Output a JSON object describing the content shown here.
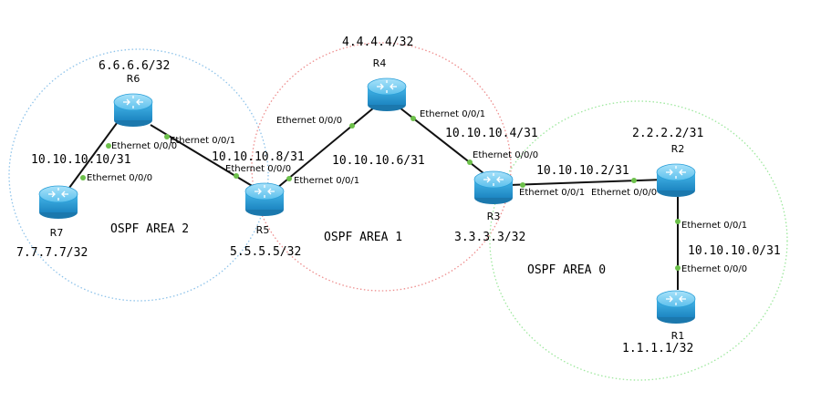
{
  "areas": [
    {
      "id": "area2",
      "label": "OSPF AREA 2",
      "color": "#8ec3ea"
    },
    {
      "id": "area1",
      "label": "OSPF AREA 1",
      "color": "#ee8f8f"
    },
    {
      "id": "area0",
      "label": "OSPF AREA 0",
      "color": "#9ee89e"
    }
  ],
  "routers": [
    {
      "id": "r6",
      "name": "R6",
      "loopback": "6.6.6.6/32"
    },
    {
      "id": "r7",
      "name": "R7",
      "loopback": "7.7.7.7/32"
    },
    {
      "id": "r5",
      "name": "R5",
      "loopback": "5.5.5.5/32"
    },
    {
      "id": "r4",
      "name": "R4",
      "loopback": "4.4.4.4/32"
    },
    {
      "id": "r3",
      "name": "R3",
      "loopback": "3.3.3.3/32"
    },
    {
      "id": "r2",
      "name": "R2",
      "loopback": "2.2.2.2/31"
    },
    {
      "id": "r1",
      "name": "R1",
      "loopback": "1.1.1.1/32"
    }
  ],
  "links": [
    {
      "id": "r6-r7",
      "subnet": "10.10.10.10/31",
      "port_a": "Ethernet 0/0/0",
      "port_b": "Ethernet 0/0/0"
    },
    {
      "id": "r6-r5",
      "subnet": "10.10.10.8/31",
      "port_a": "Ethernet 0/0/1",
      "port_b": "Ethernet 0/0/0"
    },
    {
      "id": "r5-r4",
      "subnet": "10.10.10.6/31",
      "port_a": "Ethernet 0/0/1",
      "port_b": "Ethernet 0/0/0"
    },
    {
      "id": "r4-r3",
      "subnet": "10.10.10.4/31",
      "port_a": "Ethernet 0/0/1",
      "port_b": "Ethernet 0/0/0"
    },
    {
      "id": "r3-r2",
      "subnet": "10.10.10.2/31",
      "port_a": "Ethernet 0/0/1",
      "port_b": "Ethernet 0/0/0"
    },
    {
      "id": "r2-r1",
      "subnet": "10.10.10.0/31",
      "port_a": "Ethernet 0/0/1",
      "port_b": "Ethernet 0/0/0"
    }
  ],
  "icon": {
    "name": "router-icon",
    "fill": "#2a9fd8",
    "top": "#7fd0f5",
    "glyph": "R"
  }
}
